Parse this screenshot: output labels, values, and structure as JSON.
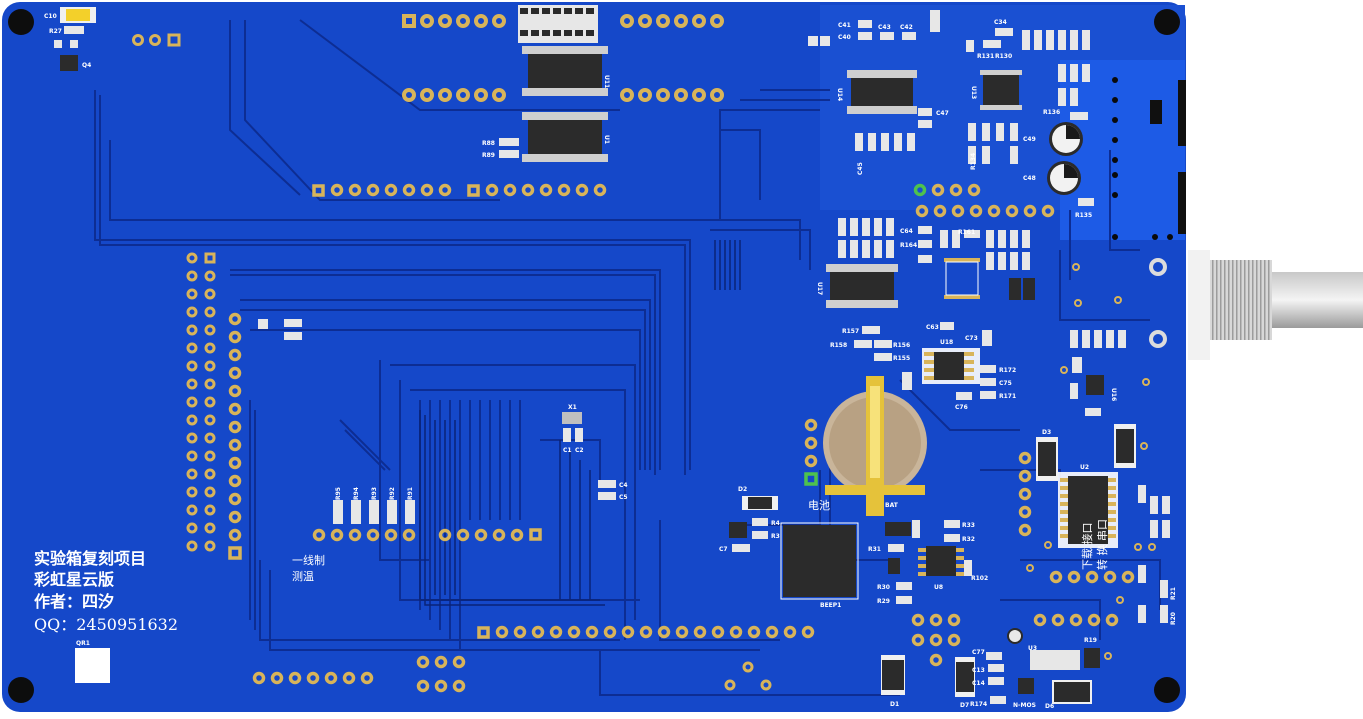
{
  "board": {
    "colors": {
      "board": "#1548c9",
      "pour": "#1a56e0",
      "trace": "#0c2c8f",
      "pad": "#d8b45a",
      "chip": "#2b2b2b",
      "silkscreen": "#ffffff"
    }
  },
  "silkscreen": {
    "project_title": "实验箱复刻项目",
    "edition": "彩虹星云版",
    "author": "作者：四汐",
    "qq": "QQ：2450951632",
    "onewire_label_1": "一线制",
    "onewire_label_2": "测温",
    "battery_label": "电池",
    "download_label_1": "下载 接口",
    "download_label_2": "转 换 串口",
    "nmos_label": "N-MOS"
  },
  "refs": {
    "u1": "U1",
    "u2": "U2",
    "u3": "U3",
    "u8": "U8",
    "u11": "U11",
    "u13": "U13",
    "u14": "U14",
    "u16": "U16",
    "u17": "U17",
    "u18": "U18",
    "x1": "X1",
    "beep1": "BEEP1",
    "bat": "BAT",
    "d1": "D1",
    "d2": "D2",
    "d3": "D3",
    "d6": "D6",
    "d7": "D7",
    "qr1": "QR1",
    "c10": "C10",
    "c4": "C4",
    "c5": "C5",
    "c1": "C1",
    "c2": "C2",
    "c7": "C7",
    "c75": "C75",
    "c76": "C76",
    "c41": "C41",
    "c40": "C40",
    "c43": "C43",
    "c42": "C42",
    "c34": "C34",
    "c49": "C49",
    "c48": "C48",
    "c45": "C45",
    "c47": "C47",
    "c64": "C64",
    "c63": "C63",
    "c73": "C73",
    "c77": "C77",
    "c13": "C13",
    "c14": "C14",
    "r27": "R27",
    "q4": "Q4",
    "r95": "R95",
    "r94": "R94",
    "r93": "R93",
    "r92": "R92",
    "r91": "R91",
    "r131": "R131",
    "r130": "R130",
    "r136": "R136",
    "r135": "R135",
    "r134": "R134",
    "r3": "R3",
    "r4": "R4",
    "r33": "R33",
    "r32": "R32",
    "r31": "R31",
    "r30": "R30",
    "r29": "R29",
    "r102": "R102",
    "r171": "R171",
    "r172": "R172",
    "r155": "R155",
    "r156": "R156",
    "r157": "R157",
    "r158": "R158",
    "r174": "R174",
    "r19": "R19",
    "r20": "R20",
    "r21": "R21",
    "r161": "R161",
    "r164": "R164",
    "r88": "R88",
    "r89": "R89"
  }
}
